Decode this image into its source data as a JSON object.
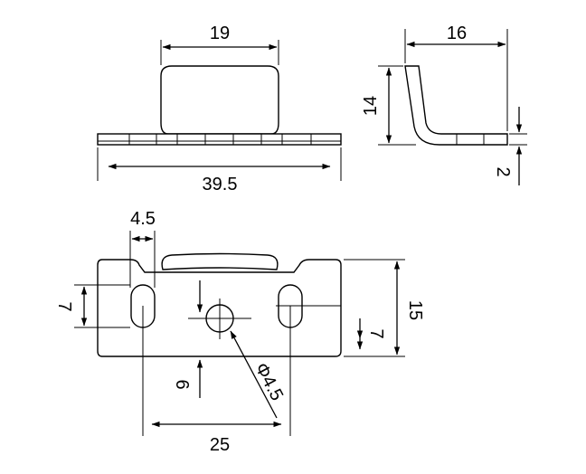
{
  "drawing": {
    "top_view": {
      "dim_width_tab": "19",
      "dim_total_length": "39.5"
    },
    "side_view": {
      "dim_depth": "16",
      "dim_height": "14",
      "dim_thickness": "2"
    },
    "front_view": {
      "dim_edge_offset": "4.5",
      "dim_slot_length": "7",
      "dim_height": "15",
      "dim_slot_length_right": "7",
      "dim_hole_offset": "6",
      "dim_hole_diameter": "Φ4.5",
      "dim_slot_spacing": "25"
    }
  },
  "colors": {
    "line": "#000000",
    "background": "#ffffff"
  }
}
